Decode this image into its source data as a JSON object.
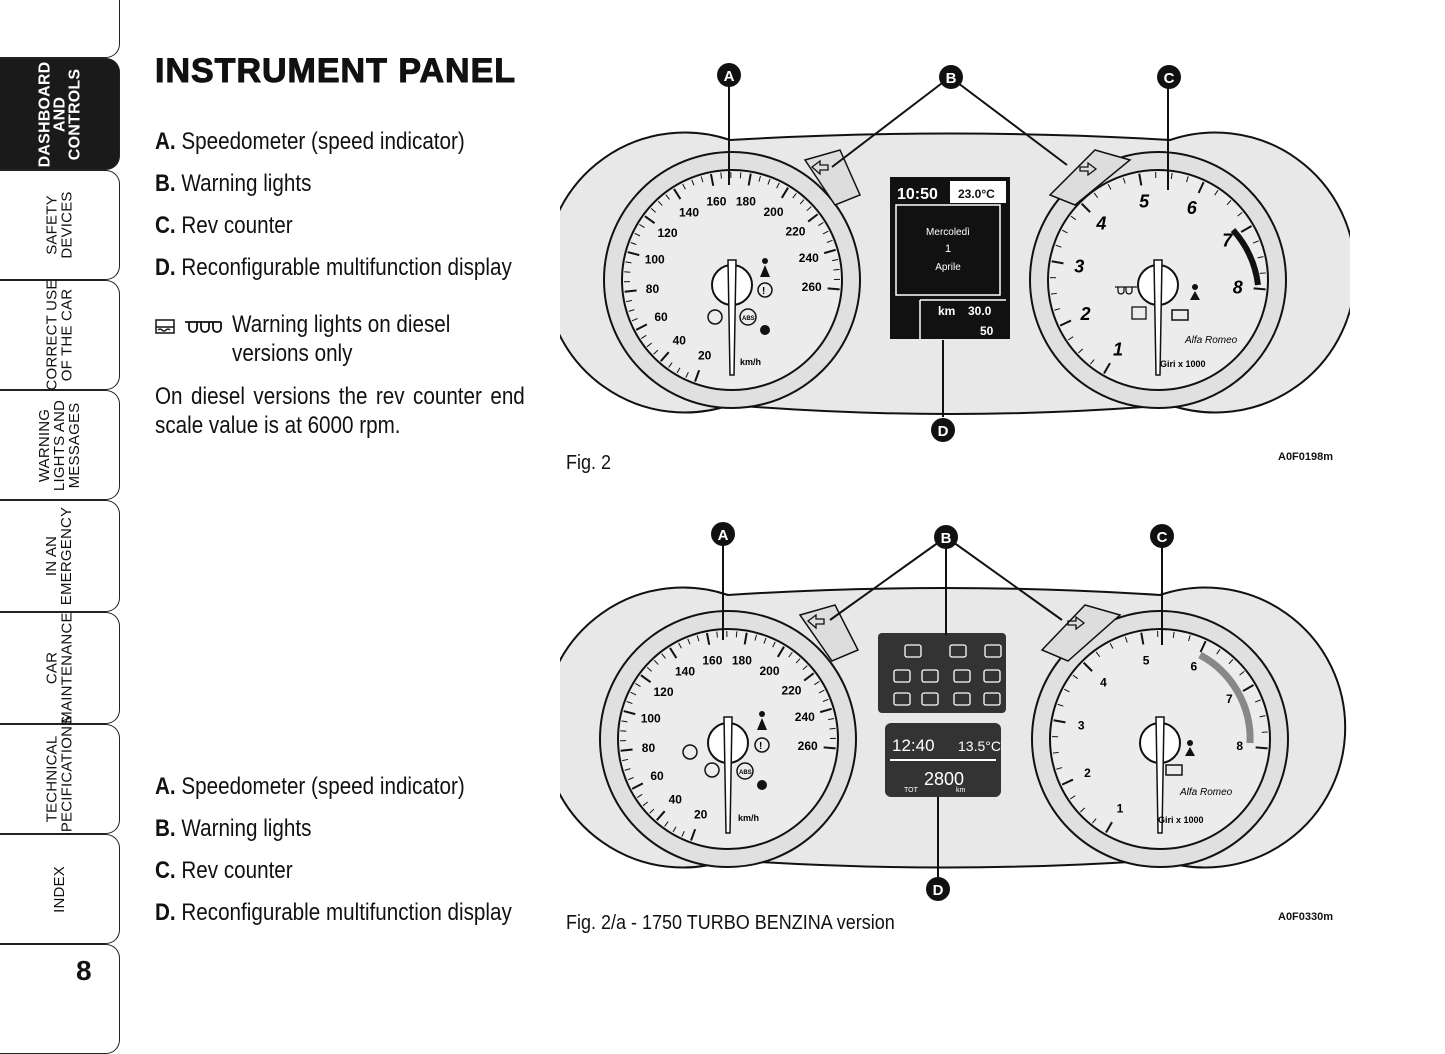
{
  "sidebar": {
    "tabs": [
      {
        "label": "DASHBOARD\nAND\nCONTROLS",
        "active": true
      },
      {
        "label": "SAFETY\nDEVICES",
        "active": false
      },
      {
        "label": "CORRECT USE\nOF THE CAR",
        "active": false
      },
      {
        "label": "WARNING\nLIGHTS AND\nMESSAGES",
        "active": false
      },
      {
        "label": "IN AN\nEMERGENCY",
        "active": false
      },
      {
        "label": "CAR\nMAINTENANCE",
        "active": false
      },
      {
        "label": "TECHNICAL\nSPECIFICATIONS",
        "active": false
      },
      {
        "label": "INDEX",
        "active": false
      }
    ],
    "page_number": "8"
  },
  "main": {
    "title": "INSTRUMENT PANEL",
    "legend1": [
      {
        "letter": "A.",
        "text": "Speedometer (speed indicator)"
      },
      {
        "letter": "B.",
        "text": "Warning lights"
      },
      {
        "letter": "C.",
        "text": "Rev counter"
      },
      {
        "letter": "D.",
        "text": "Reconfigurable multifunction display"
      }
    ],
    "diesel_note_line1": "Warning lights on diesel",
    "diesel_note_line2": "versions only",
    "diesel_rpm_note": "On diesel versions the rev counter end scale value is at 6000 rpm.",
    "legend2": [
      {
        "letter": "A.",
        "text": "Speedometer (speed indicator)"
      },
      {
        "letter": "B.",
        "text": "Warning lights"
      },
      {
        "letter": "C.",
        "text": "Rev counter"
      },
      {
        "letter": "D.",
        "text": "Reconfigurable multifunction display"
      }
    ]
  },
  "fig1": {
    "caption": "Fig. 2",
    "code": "A0F0198m",
    "callouts": [
      "A",
      "B",
      "C",
      "D"
    ],
    "speed_ticks": [
      "20",
      "40",
      "60",
      "80",
      "100",
      "120",
      "140",
      "160",
      "180",
      "200",
      "220",
      "240",
      "260"
    ],
    "speed_unit": "km/h",
    "rpm_ticks": [
      "1",
      "2",
      "3",
      "4",
      "5",
      "6",
      "7",
      "8"
    ],
    "rpm_unit": "Giri x 1000",
    "brand": "Alfa Romeo",
    "display": {
      "time": "10:50",
      "temp": "23.0°C",
      "day": "Mercoledì",
      "date": "1",
      "month": "Aprile",
      "km_label": "km",
      "km_value": "30.0",
      "trip": "50"
    }
  },
  "fig2": {
    "caption": "Fig. 2/a - 1750 TURBO BENZINA version",
    "code": "A0F0330m",
    "callouts": [
      "A",
      "B",
      "C",
      "D"
    ],
    "speed_ticks": [
      "20",
      "40",
      "60",
      "80",
      "100",
      "120",
      "140",
      "160",
      "180",
      "200",
      "220",
      "240",
      "260"
    ],
    "speed_unit": "km/h",
    "rpm_ticks": [
      "1",
      "2",
      "3",
      "4",
      "5",
      "6",
      "7",
      "8"
    ],
    "rpm_unit": "Giri x 1000",
    "brand": "Alfa Romeo",
    "display": {
      "time": "12:40",
      "temp": "13.5°C",
      "odo": "2800",
      "tot": "TOT",
      "km": "km"
    }
  }
}
